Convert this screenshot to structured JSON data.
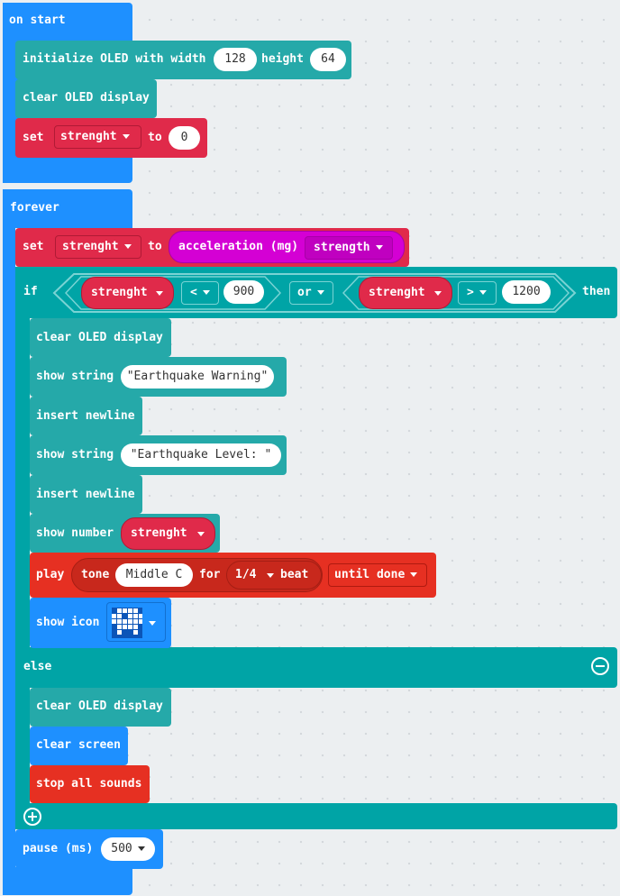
{
  "on_start": {
    "label": "on start",
    "init_oled": {
      "label": "initialize OLED with width",
      "width": "128",
      "height_label": "height",
      "height": "64"
    },
    "clear_oled": "clear OLED display",
    "set": {
      "label": "set",
      "var": "strenght",
      "to": "to",
      "value": "0"
    }
  },
  "forever": {
    "label": "forever",
    "set": {
      "label": "set",
      "var": "strenght",
      "to": "to",
      "sensor": "acceleration (mg)",
      "dimension": "strength"
    },
    "if": {
      "label": "if",
      "left": {
        "var": "strenght",
        "op": "<",
        "value": "900"
      },
      "logic": "or",
      "right": {
        "var": "strenght",
        "op": ">",
        "value": "1200"
      },
      "then": "then",
      "body": {
        "clear_oled": "clear OLED display",
        "show_string_1": {
          "label": "show string",
          "text": "Earthquake Warning"
        },
        "newline_1": "insert newline",
        "show_string_2": {
          "label": "show string",
          "text": "Earthquake Level: "
        },
        "newline_2": "insert newline",
        "show_number": {
          "label": "show number",
          "var": "strenght"
        },
        "play": {
          "label": "play",
          "tone_label": "tone",
          "note": "Middle C",
          "for_label": "for",
          "duration": "1/4",
          "beat_label": "beat",
          "mode": "until done"
        },
        "show_icon": {
          "label": "show icon"
        }
      },
      "else": "else",
      "else_body": {
        "clear_oled": "clear OLED display",
        "clear_screen": "clear screen",
        "stop_sounds": "stop all sounds"
      }
    },
    "pause": {
      "label": "pause (ms)",
      "value": "500"
    }
  },
  "colors": {
    "basic_blue": "#1e90ff",
    "oled_teal": "#25a9a9",
    "logic_teal": "#00a4a6",
    "variables_red": "#e02a4a",
    "music_red": "#e63022",
    "input_magenta": "#d400d4"
  },
  "icons": [
    "minus-circle-icon",
    "plus-circle-icon",
    "led-icon-grid",
    "dropdown-caret-icon"
  ]
}
